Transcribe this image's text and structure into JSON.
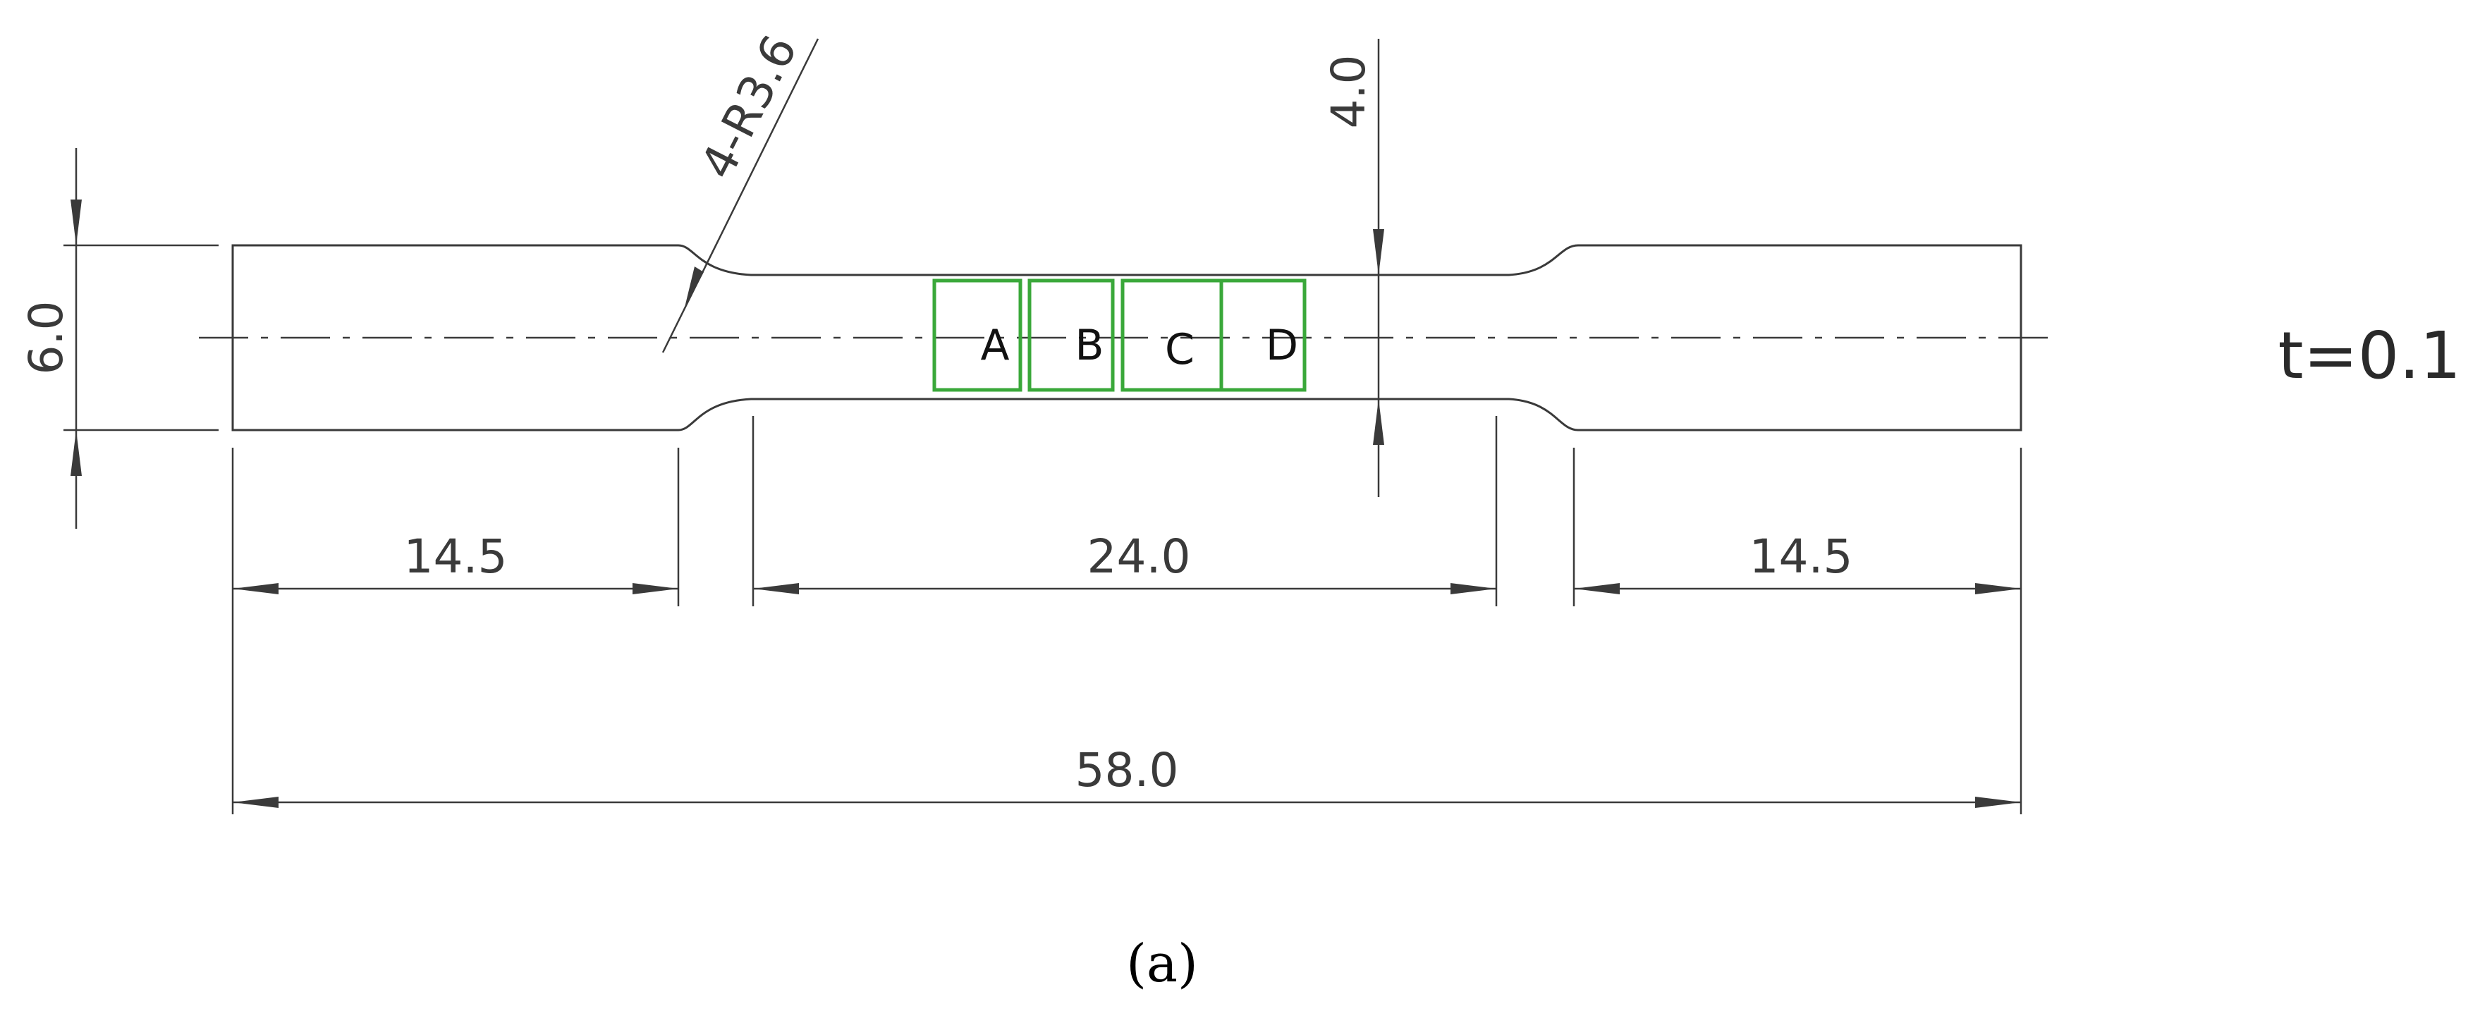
{
  "dimensions": {
    "total_length": "58.0",
    "left_grip_length": "14.5",
    "gauge_length": "24.0",
    "right_grip_length": "14.5",
    "grip_width": "6.0",
    "gauge_width": "4.0",
    "fillet_radius": "4-R3.6"
  },
  "thickness_label": "t=0.1",
  "zones": [
    {
      "label": "A"
    },
    {
      "label": "B"
    },
    {
      "label": "C"
    },
    {
      "label": "D"
    }
  ],
  "zone_color": "#3aa83a",
  "caption": "(a)"
}
